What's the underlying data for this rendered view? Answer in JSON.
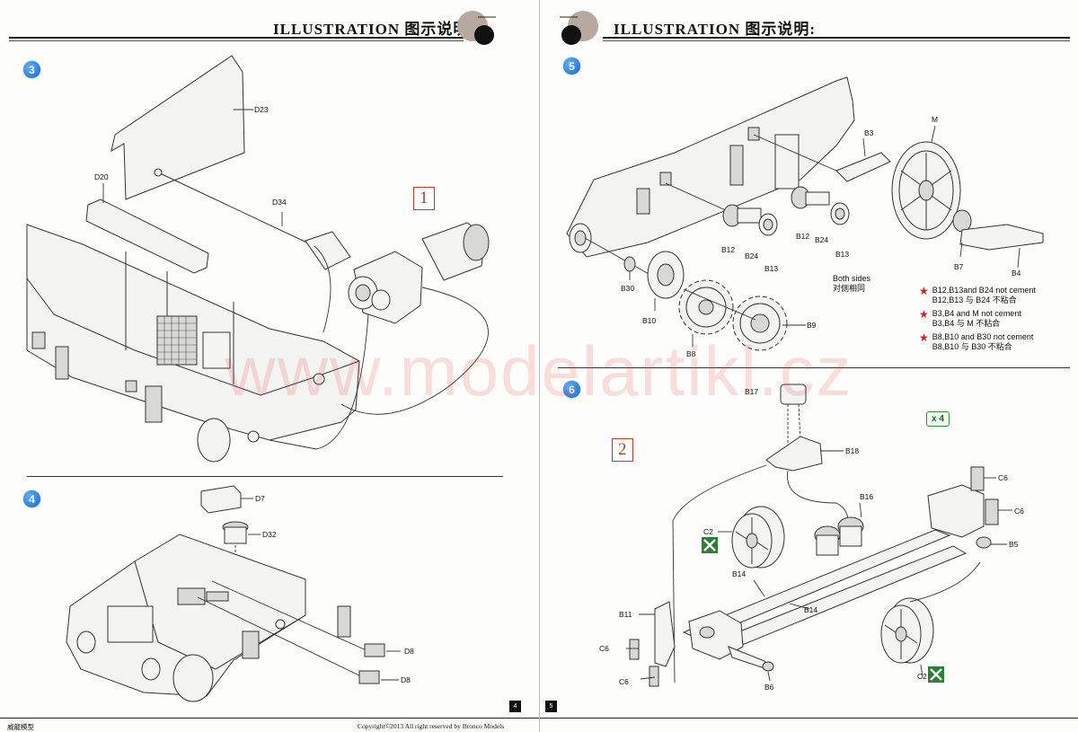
{
  "header": {
    "left_title": "ILLUSTRATION 图示说明:",
    "right_title": "ILLUSTRATION 图示说明:"
  },
  "steps": {
    "s3": {
      "number": "3",
      "parts": {
        "d23": "D23",
        "d20": "D20",
        "d34": "D34"
      },
      "subassembly": "1"
    },
    "s4": {
      "number": "4",
      "parts": {
        "d7": "D7",
        "d32": "D32",
        "d8a": "D8",
        "d8b": "D8"
      }
    },
    "s5": {
      "number": "5",
      "parts": {
        "m": "M",
        "b3": "B3",
        "b12a": "B12",
        "b24a": "B24",
        "b13a": "B13",
        "b12b": "B12",
        "b24b": "B24",
        "b13b": "B13",
        "b7": "B7",
        "b4": "B4",
        "b30": "B30",
        "b10": "B10",
        "b8": "B8",
        "b9": "B9"
      },
      "both_sides_en": "Both sides",
      "both_sides_cn": "对侧相同",
      "notes": [
        {
          "en": "B12,B13and B24 not cement",
          "cn": "B12,B13 与 B24 不粘合"
        },
        {
          "en": "B3,B4 and M not cement",
          "cn": "B3,B4 与 M 不粘合"
        },
        {
          "en": "B8,B10 and B30 not cement",
          "cn": "B8,B10 与 B30 不粘合"
        }
      ]
    },
    "s6": {
      "number": "6",
      "subassembly": "2",
      "quantity": "x 4",
      "parts": {
        "b17": "B17",
        "b18": "B18",
        "b16": "B16",
        "c6a": "C6",
        "c6b": "C6",
        "c2a": "C2",
        "b5": "B5",
        "b14a": "B14",
        "b14b": "B14",
        "b11": "B11",
        "c6c": "C6",
        "c6d": "C6",
        "b6": "B6",
        "c2b": "C2"
      }
    }
  },
  "footer": {
    "left_text": "威龍模型",
    "copyright": "Copyright©2013  All right reserved by Bronco Models",
    "left_page_number": "4",
    "right_page_number": "5"
  },
  "watermark": "www.modelartikl.cz",
  "colors": {
    "step_badge": "#1565c8",
    "subassembly_box": "#c0392b",
    "star": "#d21d1d",
    "no_glue_icon": "#2e7d32",
    "watermark": "#e53935"
  }
}
